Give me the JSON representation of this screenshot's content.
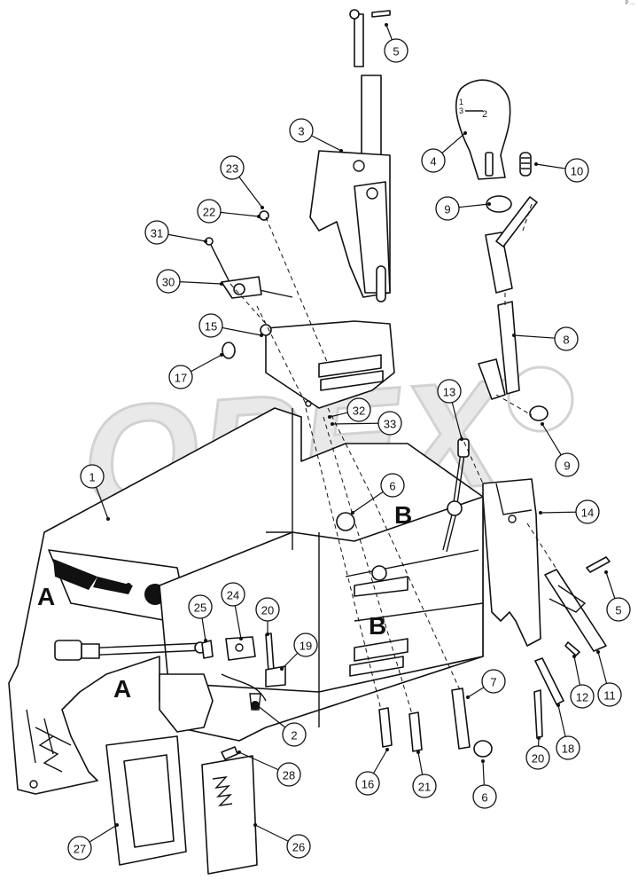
{
  "watermark": "OPEX",
  "corner_mark": "P ...",
  "knob_text": {
    "line1": "1",
    "line2": "3",
    "line3": "2"
  },
  "section_letters": [
    "A",
    "A",
    "B",
    "B"
  ],
  "callouts": [
    "1",
    "2",
    "3",
    "4",
    "5",
    "5",
    "6",
    "6",
    "7",
    "8",
    "9",
    "9",
    "10",
    "11",
    "12",
    "13",
    "14",
    "15",
    "16",
    "17",
    "18",
    "19",
    "20",
    "20",
    "21",
    "22",
    "23",
    "24",
    "25",
    "26",
    "27",
    "28",
    "30",
    "31",
    "32",
    "33"
  ]
}
